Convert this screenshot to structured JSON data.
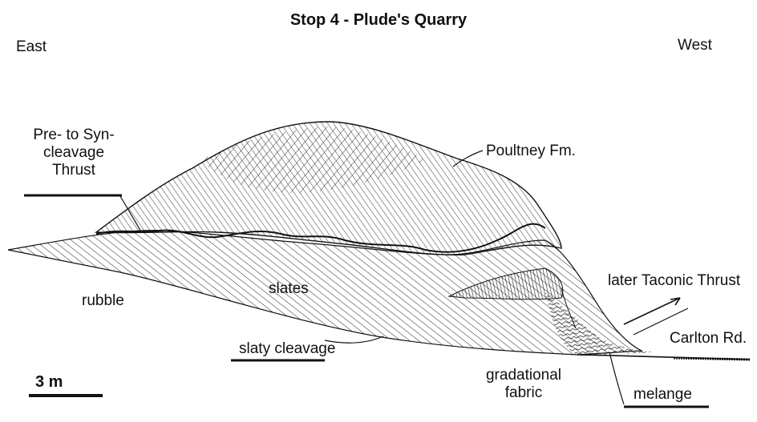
{
  "title": "Stop 4 - Plude's Quarry",
  "directions": {
    "left": "East",
    "right": "West"
  },
  "labels": {
    "thrust_line1": "Pre- to Syn-",
    "thrust_line2": "cleavage",
    "thrust_line3": "Thrust",
    "poultney": "Poultney Fm.",
    "rubble": "rubble",
    "slates": "slates",
    "later_thrust": "later Taconic Thrust",
    "carlton": "Carlton Rd.",
    "slaty_cleavage": "slaty cleavage",
    "gradational_line1": "gradational",
    "gradational_line2": "fabric",
    "melange": "melange"
  },
  "scale_bar": {
    "label": "3 m"
  },
  "colors": {
    "ink": "#111111",
    "background": "#ffffff"
  }
}
